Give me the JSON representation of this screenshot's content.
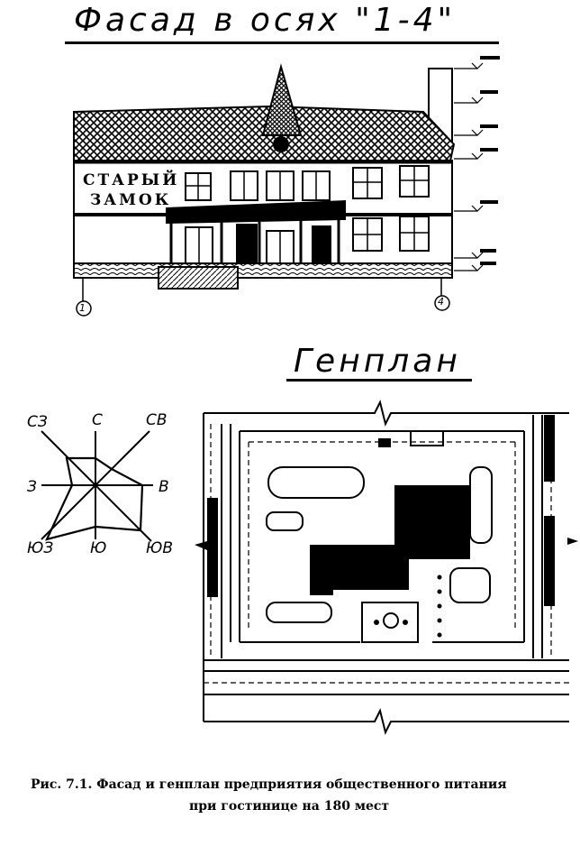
{
  "facade": {
    "title": "Фасад в осях \"1-4\"",
    "sign_line1": "СТАРЫЙ",
    "sign_line2": "ЗАМОК",
    "axis_left": "1",
    "axis_right": "4"
  },
  "genplan": {
    "title": "Генплан"
  },
  "wind_rose": {
    "labels": {
      "n": "С",
      "ne": "СВ",
      "nw": "СЗ",
      "w": "З",
      "e": "В",
      "sw": "ЮЗ",
      "s": "Ю",
      "se": "ЮВ"
    }
  },
  "caption": {
    "line1": "Рис. 7.1. Фасад и генплан предприятия общественного питания",
    "line2": "при гостинице на 180 мест"
  }
}
